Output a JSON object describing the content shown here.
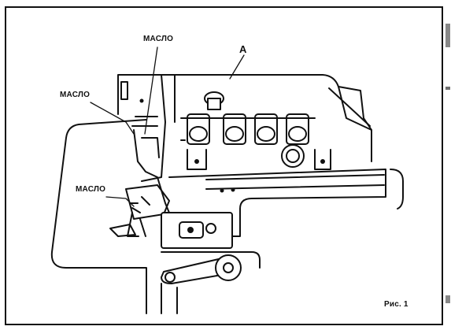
{
  "labels": {
    "oil_top": "МАСЛО",
    "oil_left": "МАСЛО",
    "oil_bottom": "МАСЛО",
    "part_a": "A",
    "figure_caption": "Рис. 1"
  },
  "colors": {
    "ink": "#111111",
    "paper": "#ffffff"
  }
}
